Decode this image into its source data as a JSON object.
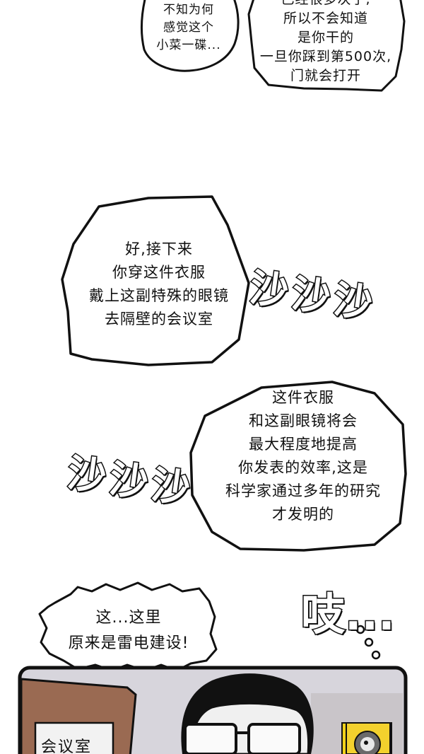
{
  "bubbles": {
    "b1": {
      "lines": [
        "不知为何",
        "感觉这个",
        "小菜一碟..."
      ]
    },
    "b2": {
      "lines": [
        "已经很多次了,",
        "所以不会知道",
        "是你干的",
        "一旦你踩到第500次,",
        "门就会打开"
      ]
    },
    "b3": {
      "lines": [
        "好,接下来",
        "你穿这件衣服",
        "戴上这副特殊的眼镜",
        "去隔壁的会议室"
      ]
    },
    "b4": {
      "lines": [
        "这件衣服",
        "和这副眼镜将会",
        "最大程度地提高",
        "你发表的效率,这是",
        "科学家通过多年的研究",
        "才发明的"
      ]
    },
    "b5": {
      "lines": [
        "这...这里",
        "原来是雷电建设!"
      ]
    }
  },
  "sfx": {
    "rustle_right": "沙沙沙",
    "rustle_left": "沙沙沙",
    "creak": "吱..."
  },
  "door_sign": "会议室"
}
